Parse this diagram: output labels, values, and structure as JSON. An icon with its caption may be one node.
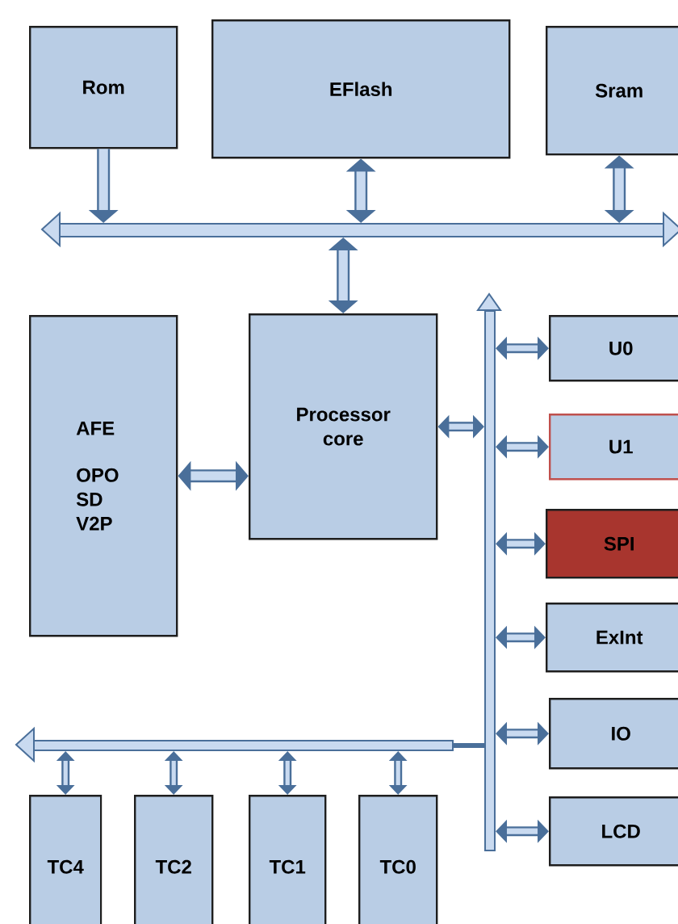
{
  "diagram": {
    "nodes": [
      {
        "text": [
          "Rom"
        ]
      },
      {
        "text": [
          "EFlash"
        ]
      },
      {
        "text": [
          "Sram"
        ]
      },
      {
        "text": [],
        "shape": "bar"
      },
      {
        "text": [
          "AFE",
          "OPO SD V2P"
        ]
      },
      {
        "text": [
          "Processor core"
        ]
      },
      {
        "text": [],
        "shape": "bar"
      },
      {
        "text": [
          "U0"
        ]
      },
      {
        "text": [
          "U1"
        ]
      },
      {
        "text": [
          "SPI"
        ]
      },
      {
        "text": [
          "ExInt"
        ]
      },
      {
        "text": [
          "IO"
        ]
      },
      {
        "text": [
          "LCD"
        ]
      },
      {
        "text": [],
        "shape": "bar"
      },
      {
        "text": [
          "TC4"
        ]
      },
      {
        "text": [
          "TC2"
        ]
      },
      {
        "text": [
          "TC1"
        ]
      },
      {
        "text": [
          "TC0"
        ]
      }
    ],
    "edges": [
      {
        "from": 0,
        "to": 3,
        "arrow": "to"
      },
      {
        "from": 1,
        "to": 3,
        "arrow": "both"
      },
      {
        "from": 2,
        "to": 3,
        "arrow": "both"
      },
      {
        "from": 3,
        "to": 5,
        "arrow": "both"
      },
      {
        "from": 4,
        "to": 5,
        "arrow": "both"
      },
      {
        "from": 5,
        "to": 6,
        "arrow": "both"
      },
      {
        "from": 6,
        "to": 7,
        "arrow": "both"
      },
      {
        "from": 6,
        "to": 8,
        "arrow": "both"
      },
      {
        "from": 6,
        "to": 9,
        "arrow": "both"
      },
      {
        "from": 6,
        "to": 10,
        "arrow": "both"
      },
      {
        "from": 6,
        "to": 11,
        "arrow": "both"
      },
      {
        "from": 6,
        "to": 12,
        "arrow": "both"
      },
      {
        "from": 6,
        "to": 13,
        "arrow": "none"
      },
      {
        "from": 13,
        "to": 14,
        "arrow": "both"
      },
      {
        "from": 13,
        "to": 15,
        "arrow": "both"
      },
      {
        "from": 13,
        "to": 16,
        "arrow": "both"
      },
      {
        "from": 13,
        "to": 17,
        "arrow": "both"
      }
    ]
  }
}
